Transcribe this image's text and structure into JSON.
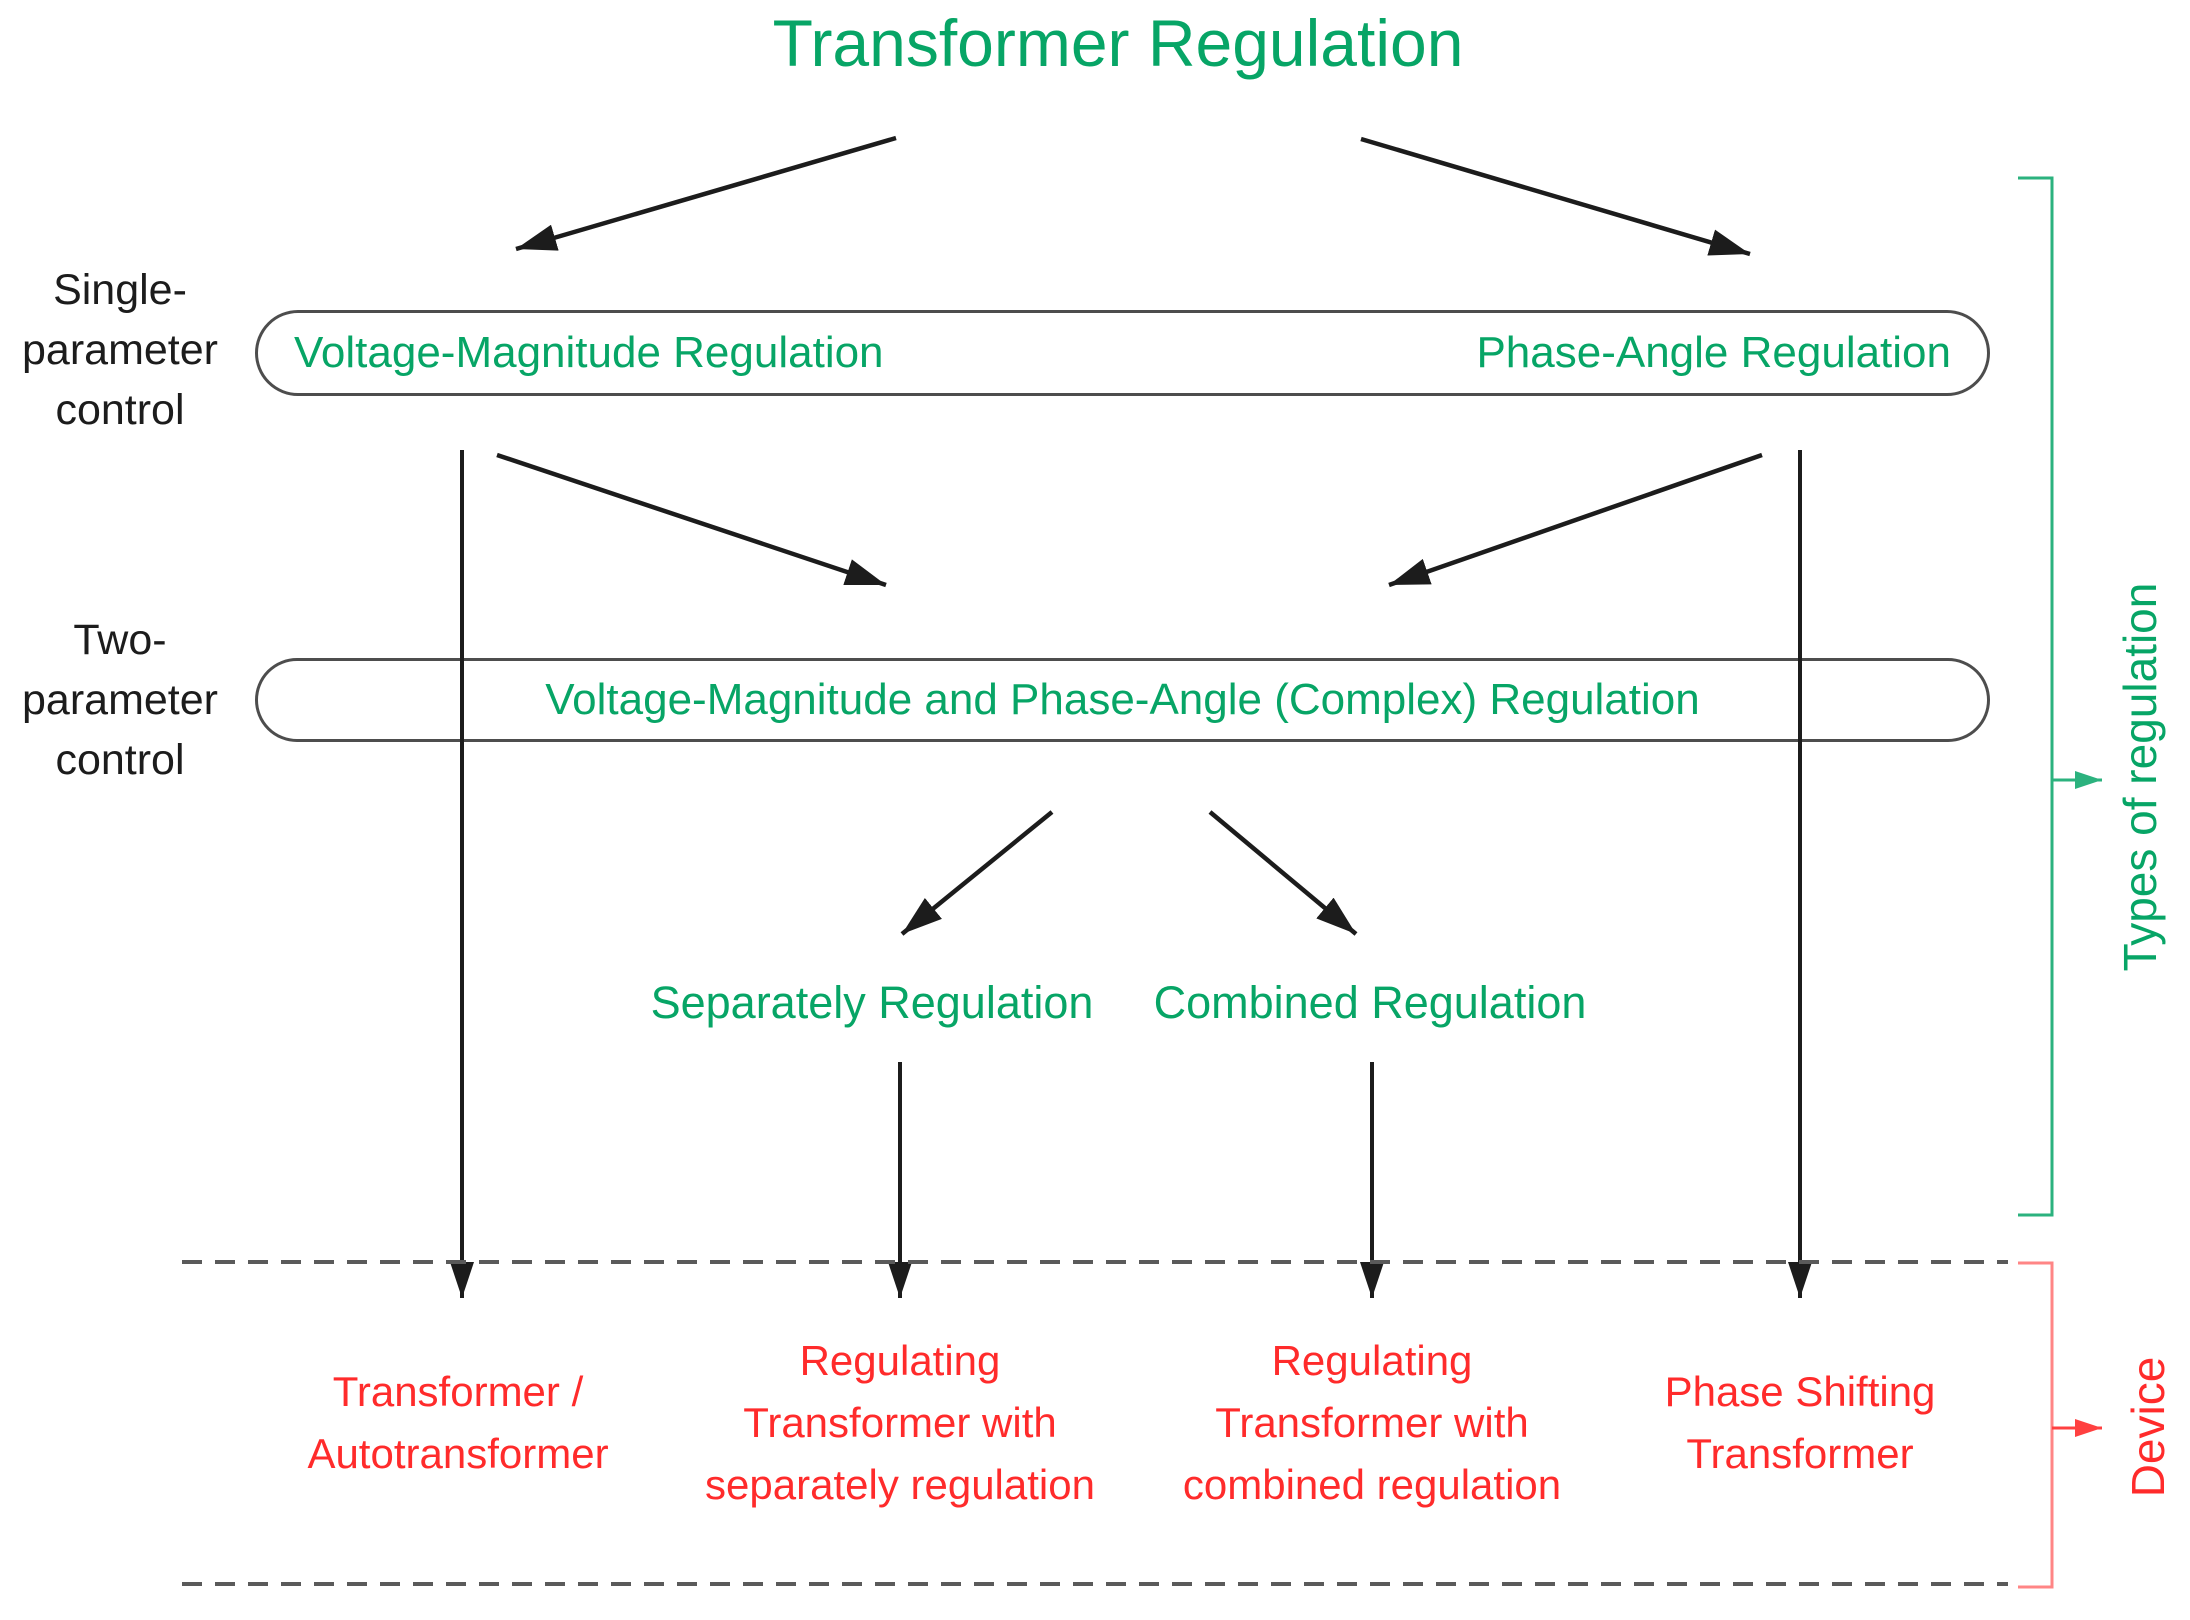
{
  "title": "Transformer Regulation",
  "row_labels": {
    "single": "Single-\nparameter\ncontrol",
    "two": "Two-\nparameter\ncontrol"
  },
  "nodes": {
    "voltage_magnitude": "Voltage-Magnitude Regulation",
    "phase_angle": "Phase-Angle Regulation",
    "complex": "Voltage-Magnitude and Phase-Angle (Complex) Regulation",
    "separately": "Separately Regulation",
    "combined": "Combined Regulation"
  },
  "devices": {
    "transformer_autotransformer": "Transformer /\nAutotransformer",
    "regulating_separately": "Regulating\nTransformer with\nseparately regulation",
    "regulating_combined": "Regulating\nTransformer with\ncombined regulation",
    "phase_shifting": "Phase Shifting\nTransformer"
  },
  "side_labels": {
    "types_of_regulation": "Types of regulation",
    "device": "Device"
  },
  "colors": {
    "green_text": "#07A566",
    "green_bracket": "#2BB27E",
    "red_text": "#FF2B2B",
    "red_bracket": "#FF8585",
    "red_arrow": "#FF4040",
    "black_text": "#1C1C1C",
    "line_black": "#1C1C1C",
    "pill_border": "#4D4D4D",
    "dash_gray": "#5A5A5A"
  }
}
